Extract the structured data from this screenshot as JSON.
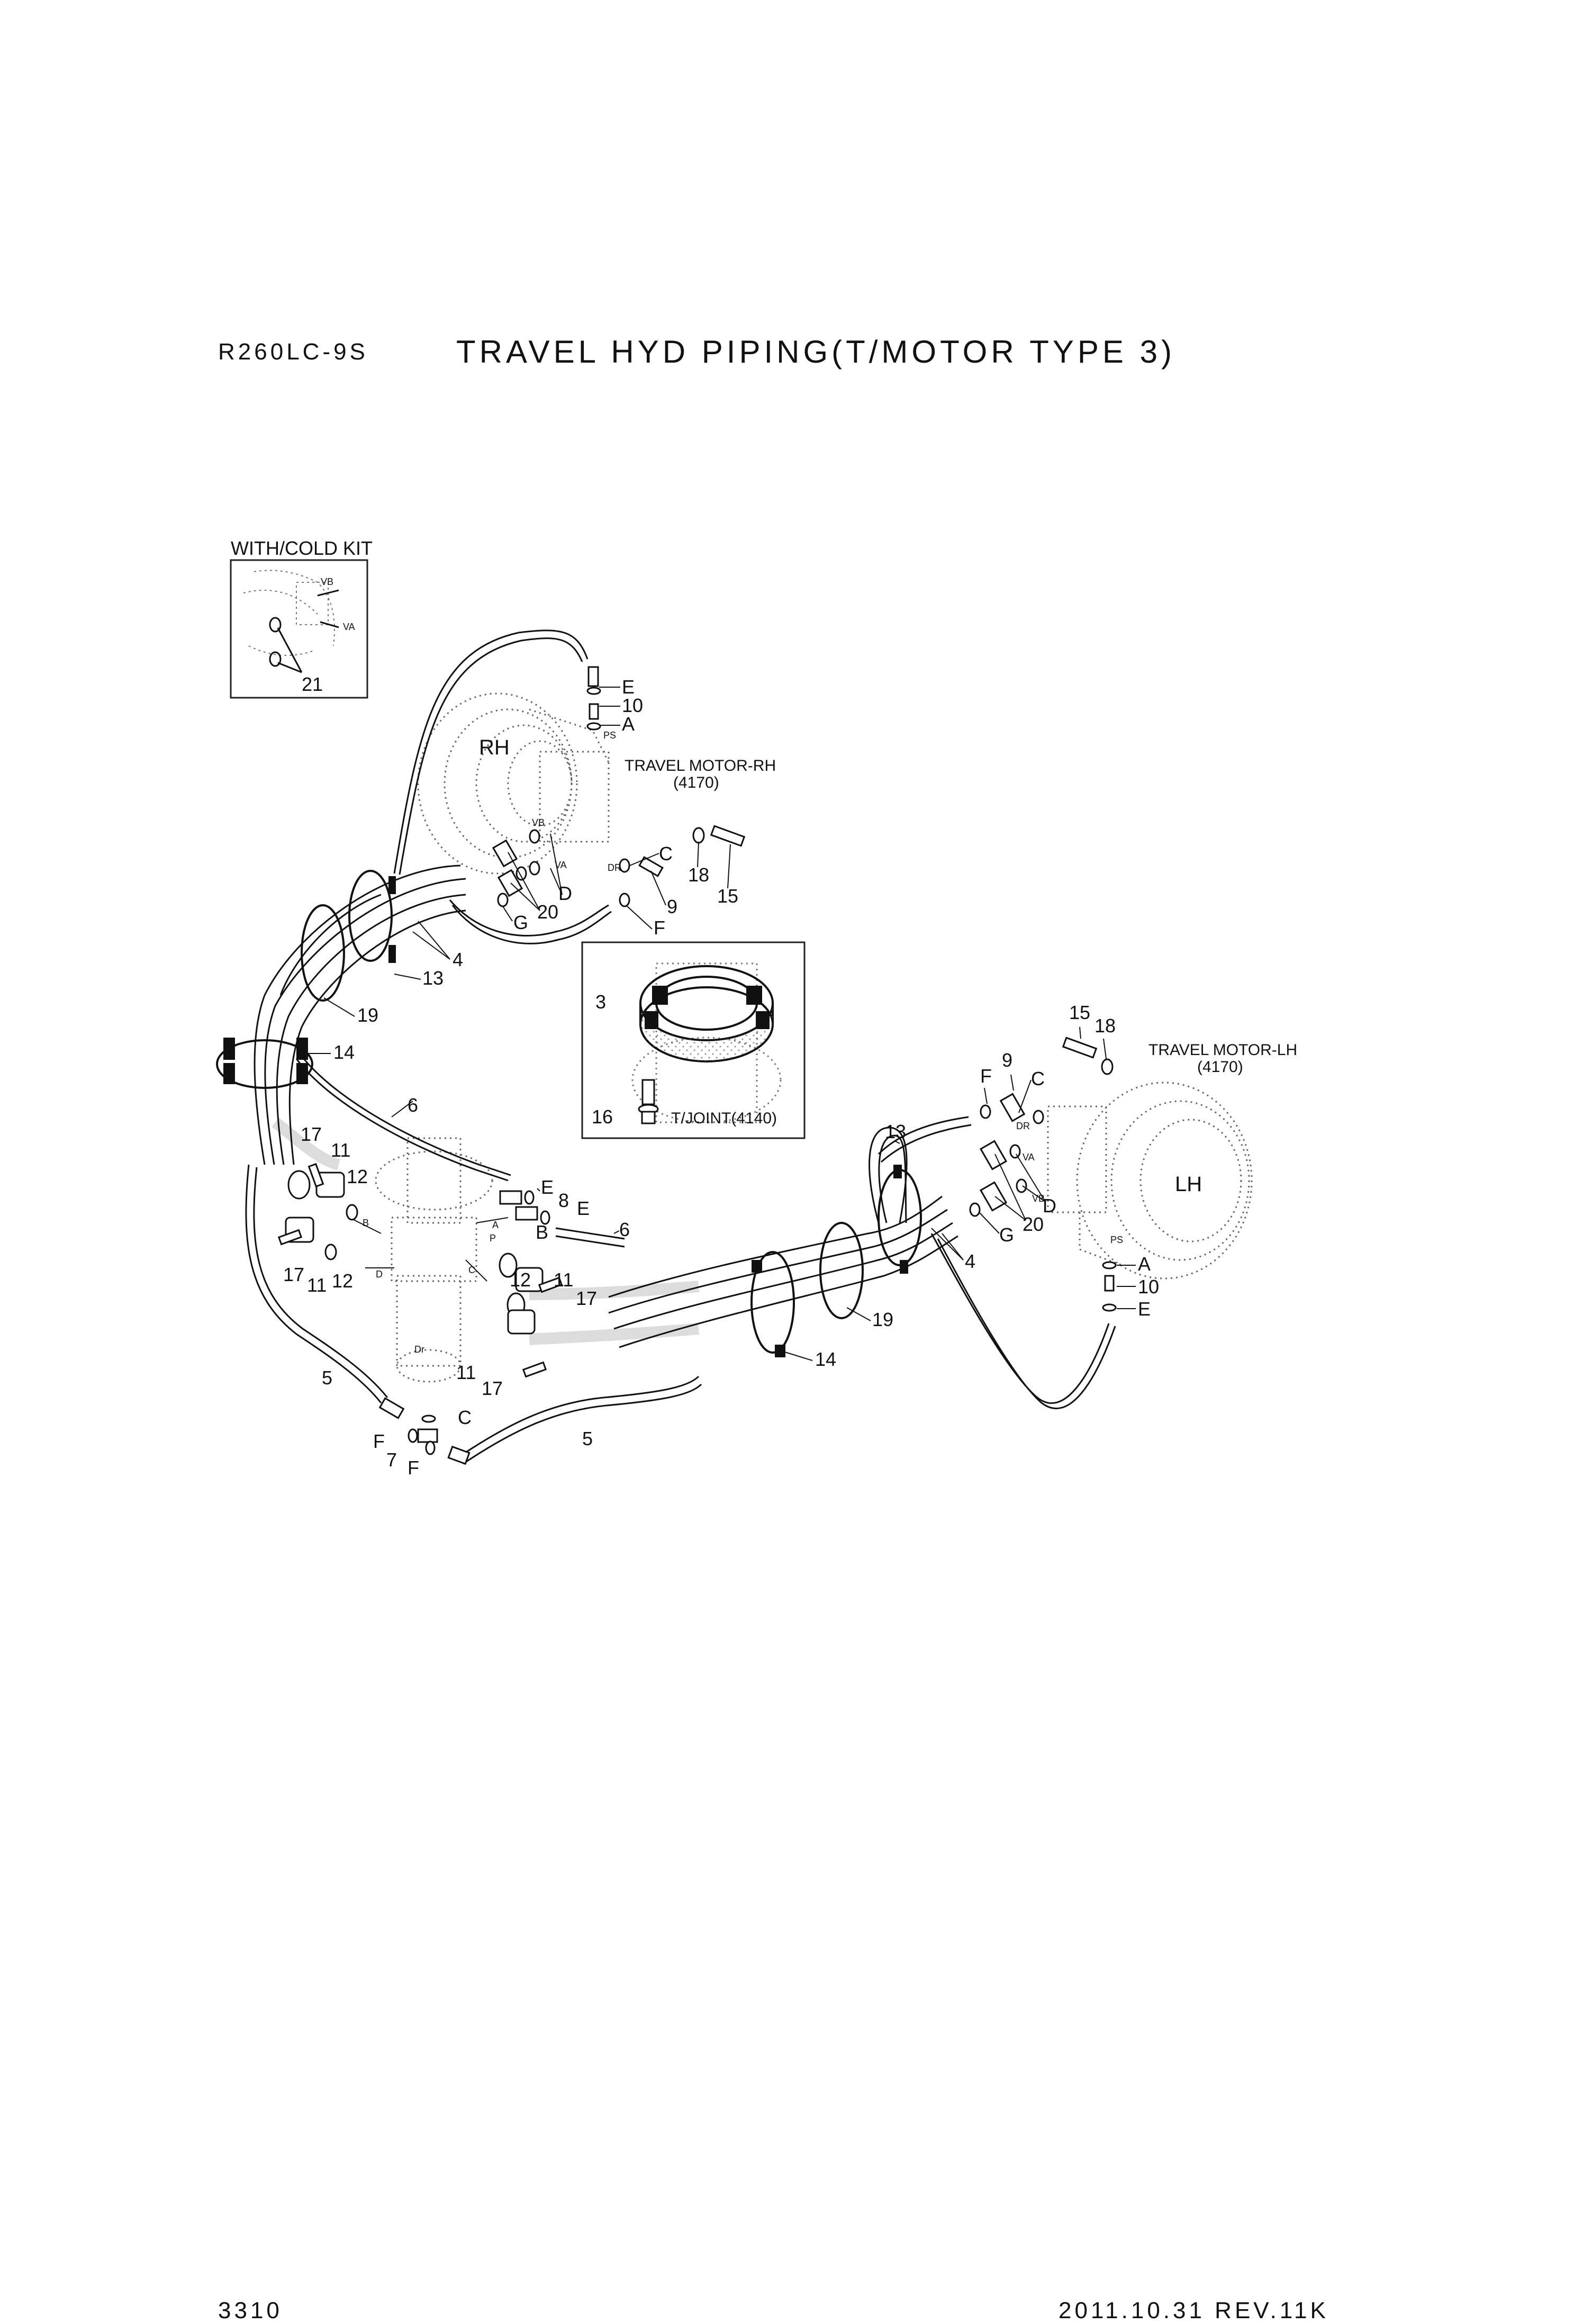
{
  "header": {
    "model": "R260LC-9S",
    "title": "TRAVEL HYD PIPING(T/MOTOR TYPE 3)"
  },
  "footer": {
    "page_number": "3310",
    "date_rev": "2011.10.31  REV.11K"
  },
  "inset_cold_kit": {
    "title": "WITH/COLD KIT",
    "ports": [
      "VB",
      "VA"
    ],
    "part": "21"
  },
  "motor_rh": {
    "side": "RH",
    "name": "TRAVEL MOTOR-RH",
    "ref": "(4170)",
    "ports": [
      "PS",
      "VB",
      "VA",
      "DR"
    ]
  },
  "motor_lh": {
    "side": "LH",
    "name": "TRAVEL MOTOR-LH",
    "ref": "(4170)",
    "ports": [
      "PS",
      "VA",
      "VB",
      "DR"
    ]
  },
  "joint_inset": {
    "name": "T/JOINT(4140)",
    "parts": [
      "3",
      "16"
    ]
  },
  "swivel_ports": [
    "A",
    "B",
    "P",
    "C",
    "D",
    "Dr"
  ],
  "callouts": {
    "rh": [
      "E",
      "10",
      "A",
      "C",
      "18",
      "15",
      "9",
      "F",
      "D",
      "20",
      "G",
      "4",
      "13",
      "19",
      "14"
    ],
    "lh": [
      "15",
      "18",
      "9",
      "F",
      "C",
      "13",
      "D",
      "20",
      "G",
      "4",
      "A",
      "10",
      "E",
      "19",
      "14"
    ],
    "center": [
      "6",
      "17",
      "11",
      "12",
      "E",
      "8",
      "E",
      "B",
      "6",
      "12",
      "11",
      "17",
      "11",
      "17",
      "17",
      "11",
      "12",
      "5",
      "C",
      "F",
      "7",
      "F",
      "5"
    ]
  }
}
